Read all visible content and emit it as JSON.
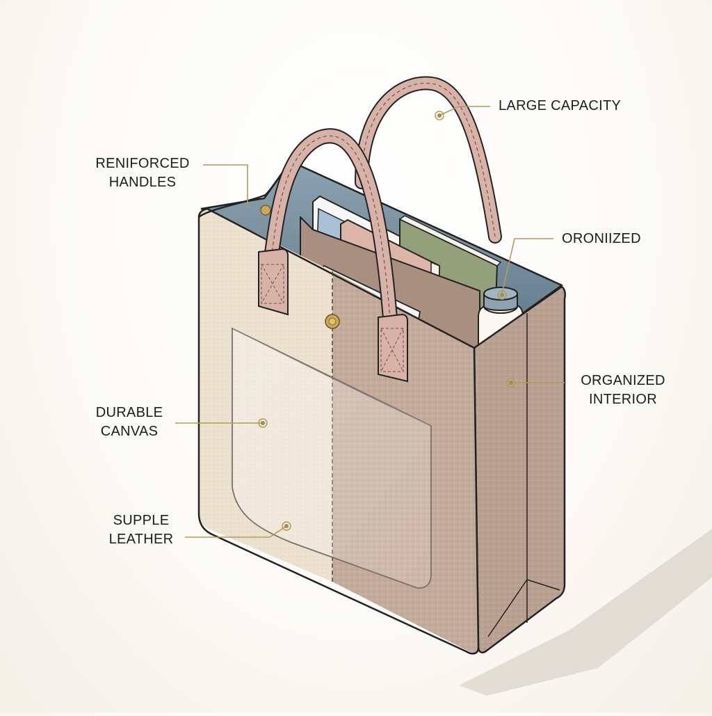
{
  "diagram": {
    "subject": "Tote bag feature illustration",
    "colors": {
      "background": "#f8f6f0",
      "canvas_panel": "#ece0cf",
      "leather_panel": "#c3ab9b",
      "side_panel": "#b9a192",
      "lining": "#6f8796",
      "handle": "#d8b2a6",
      "outline": "#222222",
      "leader_line": "#b39a58",
      "grommet": "#c9aa5c",
      "book_green": "#93a07a",
      "book_pink": "#dcb4a8",
      "tablet_blue": "#a9c1d6",
      "bottle_cap": "#8ea2b0",
      "bottle_body": "#fbf8ef",
      "shadow": "#d9d5cc"
    },
    "callouts": [
      {
        "id": "large-capacity",
        "lines": [
          "LARGE CAPACITY"
        ],
        "anchor": "far handle arch"
      },
      {
        "id": "reinforced-handles",
        "lines": [
          "RENIFORCED",
          "HANDLES"
        ],
        "anchor": "top left rim of bag"
      },
      {
        "id": "oronized",
        "lines": [
          "ORONIIZED"
        ],
        "anchor": "water bottle cap"
      },
      {
        "id": "organized-interior",
        "lines": [
          "ORGANIZED",
          "INTERIOR"
        ],
        "anchor": "side leather panel"
      },
      {
        "id": "durable-canvas",
        "lines": [
          "DURABLE",
          "CANVAS"
        ],
        "anchor": "front canvas pocket"
      },
      {
        "id": "supple-leather",
        "lines": [
          "SUPPLE",
          "LEATHER"
        ],
        "anchor": "bottom of front pocket"
      }
    ],
    "contents": [
      "tablet",
      "pink notebook",
      "green book",
      "blue book",
      "water bottle"
    ]
  }
}
